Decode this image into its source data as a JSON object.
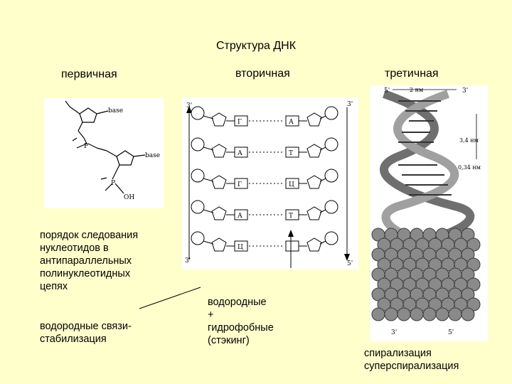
{
  "title": "Структура ДНК",
  "columns": {
    "primary": {
      "heading": "первичная",
      "desc_lines": [
        "порядок следования",
        "нуклеотидов в",
        "антипараллельных",
        "полинуклеотидных",
        "цепях"
      ],
      "bond_lines": [
        "водородные связи-",
        "стабилизация"
      ],
      "figure": {
        "base1": "base",
        "base2": "base",
        "p1": "P",
        "p2": "P",
        "oh": "OH"
      }
    },
    "secondary": {
      "heading": "вторичная",
      "bond_lines": [
        "водородные",
        "+",
        "гидрофобные",
        "(стэкинг)"
      ],
      "figure": {
        "left_top_end": "3'",
        "left_bottom_end": "3'",
        "right_top_end": "3'",
        "right_bottom_end": "5'",
        "pairs": [
          {
            "left": "Г",
            "right": "А"
          },
          {
            "left": "А",
            "right": "Т"
          },
          {
            "left": "Г",
            "right": "Ц"
          },
          {
            "left": "А",
            "right": "Т"
          },
          {
            "left": "Ц",
            "right": ""
          }
        ]
      }
    },
    "tertiary": {
      "heading": "третичная",
      "desc_lines": [
        "спирализация",
        "суперспирализация"
      ],
      "figure": {
        "top_left": "5'",
        "top_right": "3'",
        "top_width": "2 нм",
        "pitch": "3,4 нм",
        "step": "0,34 нм",
        "bottom_left": "3'",
        "bottom_right": "5'"
      }
    }
  }
}
